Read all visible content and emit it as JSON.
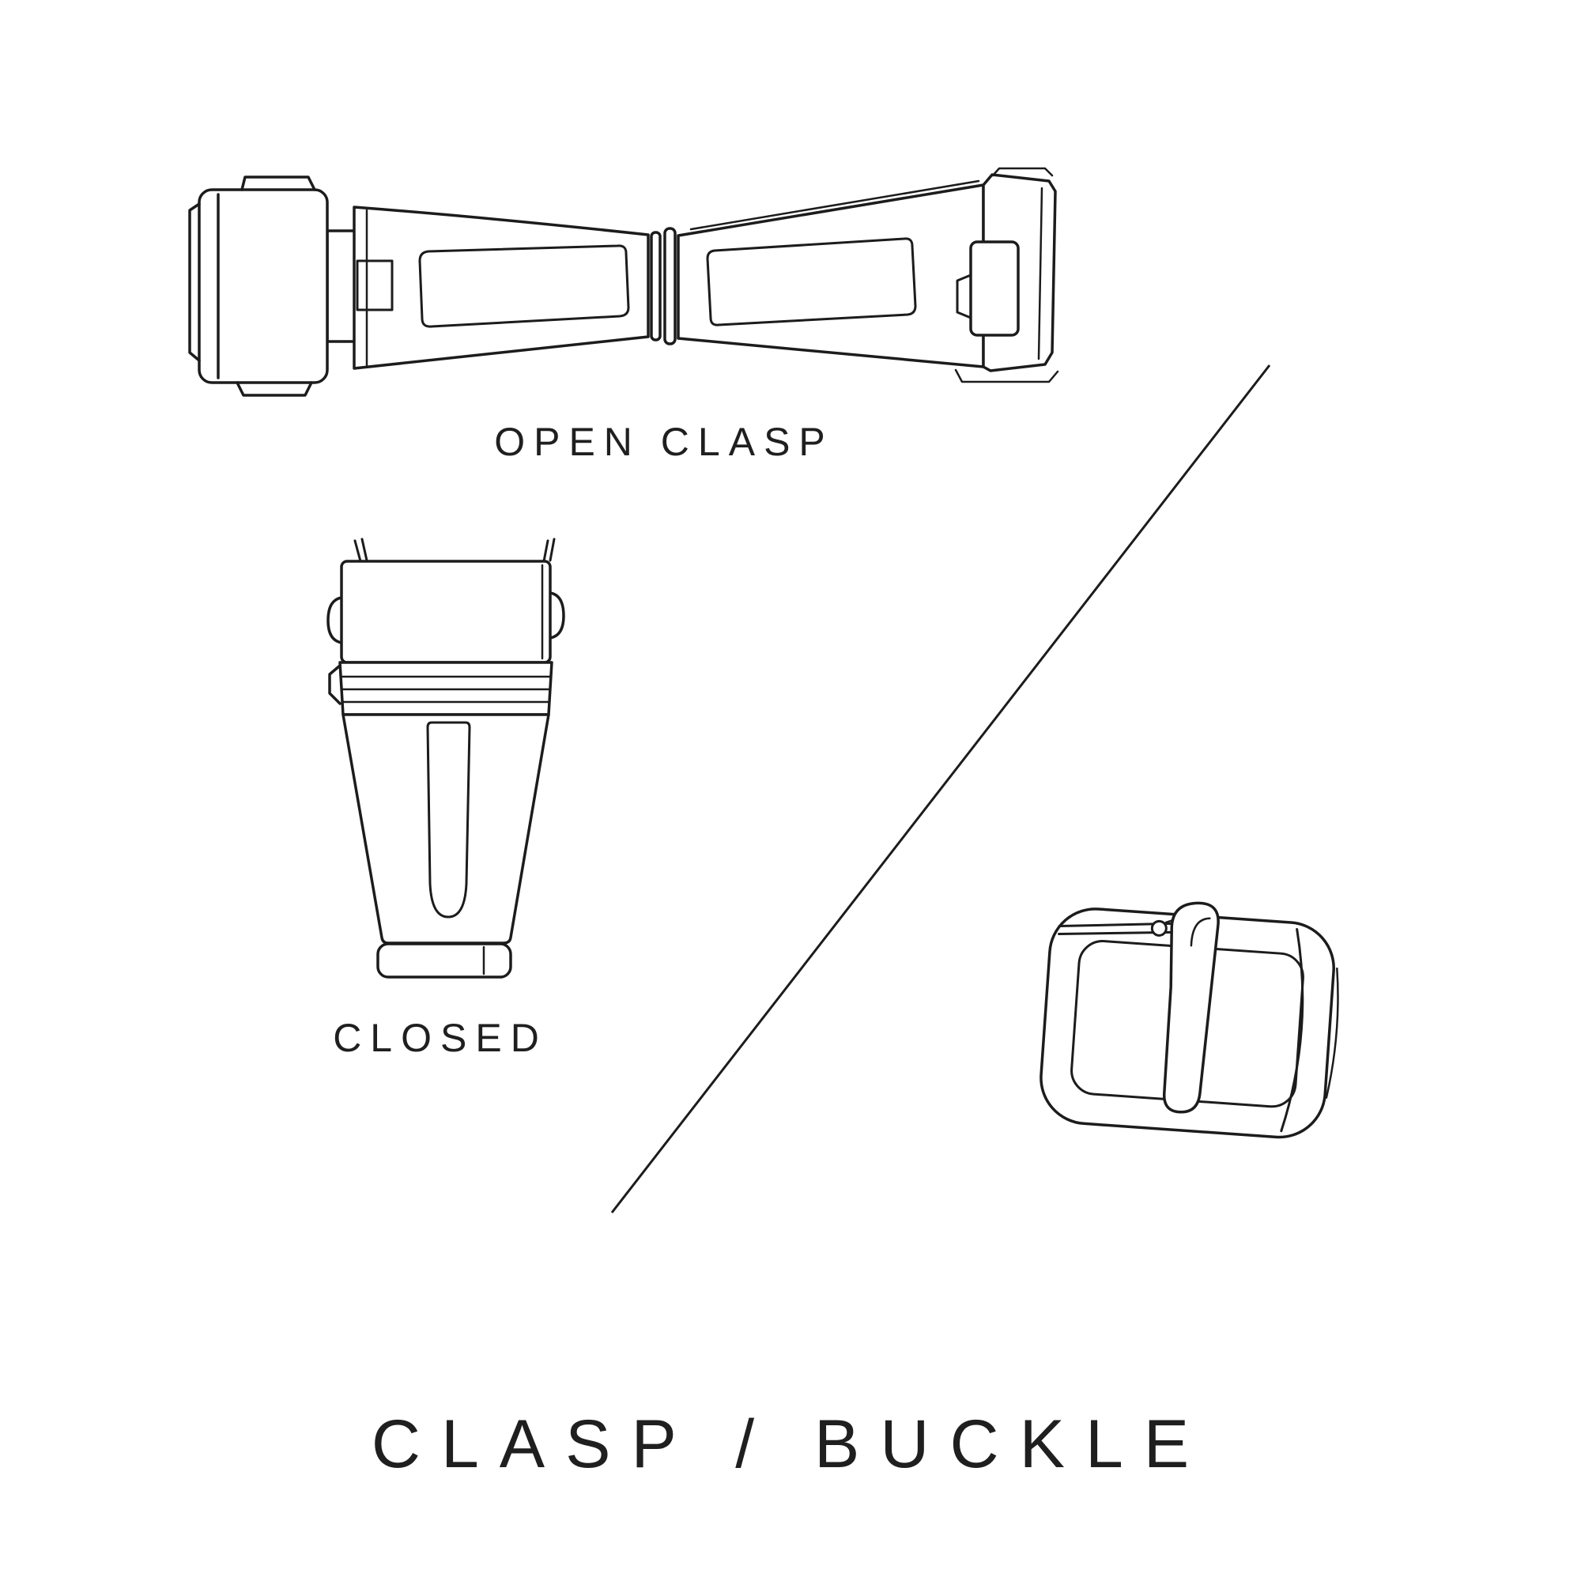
{
  "page": {
    "background": "#ffffff",
    "ink_color": "#1c1c1c",
    "text_color": "#1f1f1f"
  },
  "labels": {
    "open_clasp": "OPEN CLASP",
    "closed": "CLOSED",
    "title": "CLASP / BUCKLE"
  },
  "illustrations": {
    "open_clasp": "open-deployant-clasp-line-drawing",
    "closed_clasp": "closed-deployant-clasp-line-drawing",
    "buckle": "tang-buckle-line-drawing",
    "divider": "diagonal-divider-line"
  }
}
